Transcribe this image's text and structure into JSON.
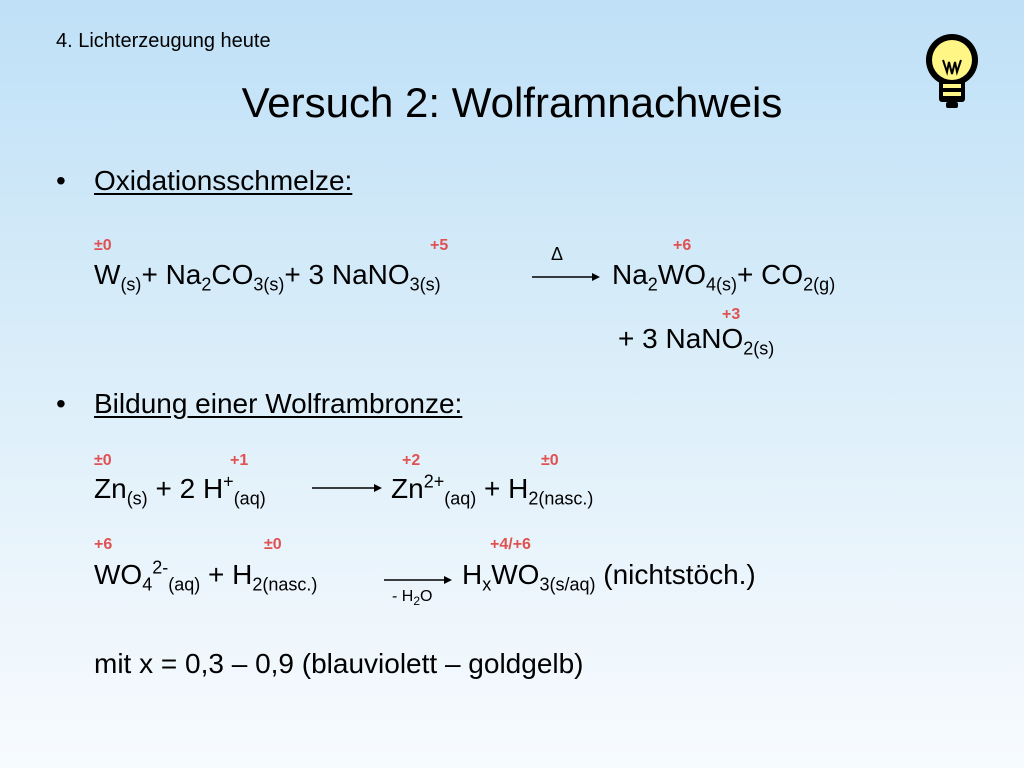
{
  "header": {
    "subtitle": "4. Lichterzeugung heute",
    "title": "Versuch 2: Wolframnachweis",
    "icon": "lightbulb-icon"
  },
  "bullet_symbol": "•",
  "section1": {
    "heading": "Oxidationsschmelze:",
    "ox_W": "±0",
    "ox_N": "+5",
    "ox_Wprod": "+6",
    "ox_N2": "+3",
    "delta": "Δ",
    "reactants": {
      "w": "W",
      "w_sub": "(s)",
      "plus1": "+ Na",
      "na_sub": "2",
      "co": "CO",
      "co_sub": "3(s)",
      "plus2": "+ 3 NaNO",
      "nano_sub": "3(s)"
    },
    "products": {
      "na": "Na",
      "na_sub": "2",
      "wo": "WO",
      "wo_sub": "4(s)",
      "co": "+ CO",
      "co_sub": "2(g)"
    },
    "line2": {
      "text": "+ 3 NaNO",
      "sub": "2(s)"
    }
  },
  "section2": {
    "heading": "Bildung einer Wolframbronze:",
    "eq1": {
      "ox_zn": "±0",
      "ox_h": "+1",
      "ox_zn2": "+2",
      "ox_h2": "±0",
      "zn": "Zn",
      "zn_sub": "(s)",
      "plus": " + 2 H",
      "h_sup": "+",
      "h_sub": "(aq)",
      "zn2": "Zn",
      "zn2_sup": "2+",
      "zn2_sub": "(aq)",
      "plus2": " + H",
      "h2_sub": "2(nasc.)"
    },
    "eq2": {
      "ox_wo": "+6",
      "ox_h": "±0",
      "ox_prod": "+4/+6",
      "wo": "WO",
      "wo_sub": "4",
      "wo_sup": "2-",
      "wo_aq": "(aq)",
      "plus": " + H",
      "h_sub": "2(nasc.)",
      "under_arrow": "- H",
      "under_sub": "2",
      "under_o": "O",
      "h": "H",
      "x": "x",
      "wo2": "WO",
      "wo2_sub": "3(s/aq)",
      "tail": " (nichtstöch.)"
    },
    "footnote": "mit x = 0,3 – 0,9 (blauviolett – goldgelb)"
  },
  "colors": {
    "oxidation_number": "#e05252",
    "background_top": "#bfe0f7",
    "background_bottom": "#f7fbfe"
  }
}
